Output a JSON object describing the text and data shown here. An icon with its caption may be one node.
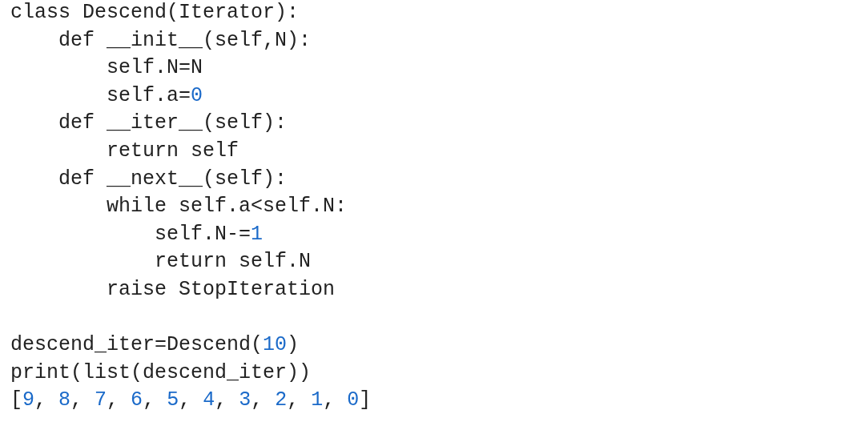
{
  "diagram": {
    "labels": [
      "class Descend(Iterator):",
      "def __init__(self,N):",
      "self.N=N",
      "self.a=0",
      "def __iter__(self):",
      "return self",
      "def __next__(self):",
      "while self.a<self.N:",
      "self.N-=1",
      "return self.N",
      "raise StopIteration",
      "descend_iter=Descend(10)",
      "print(list(descend_iter))",
      "[9, 8, 7, 6, 5, 4, 3, 2, 1, 0]"
    ]
  }
}
